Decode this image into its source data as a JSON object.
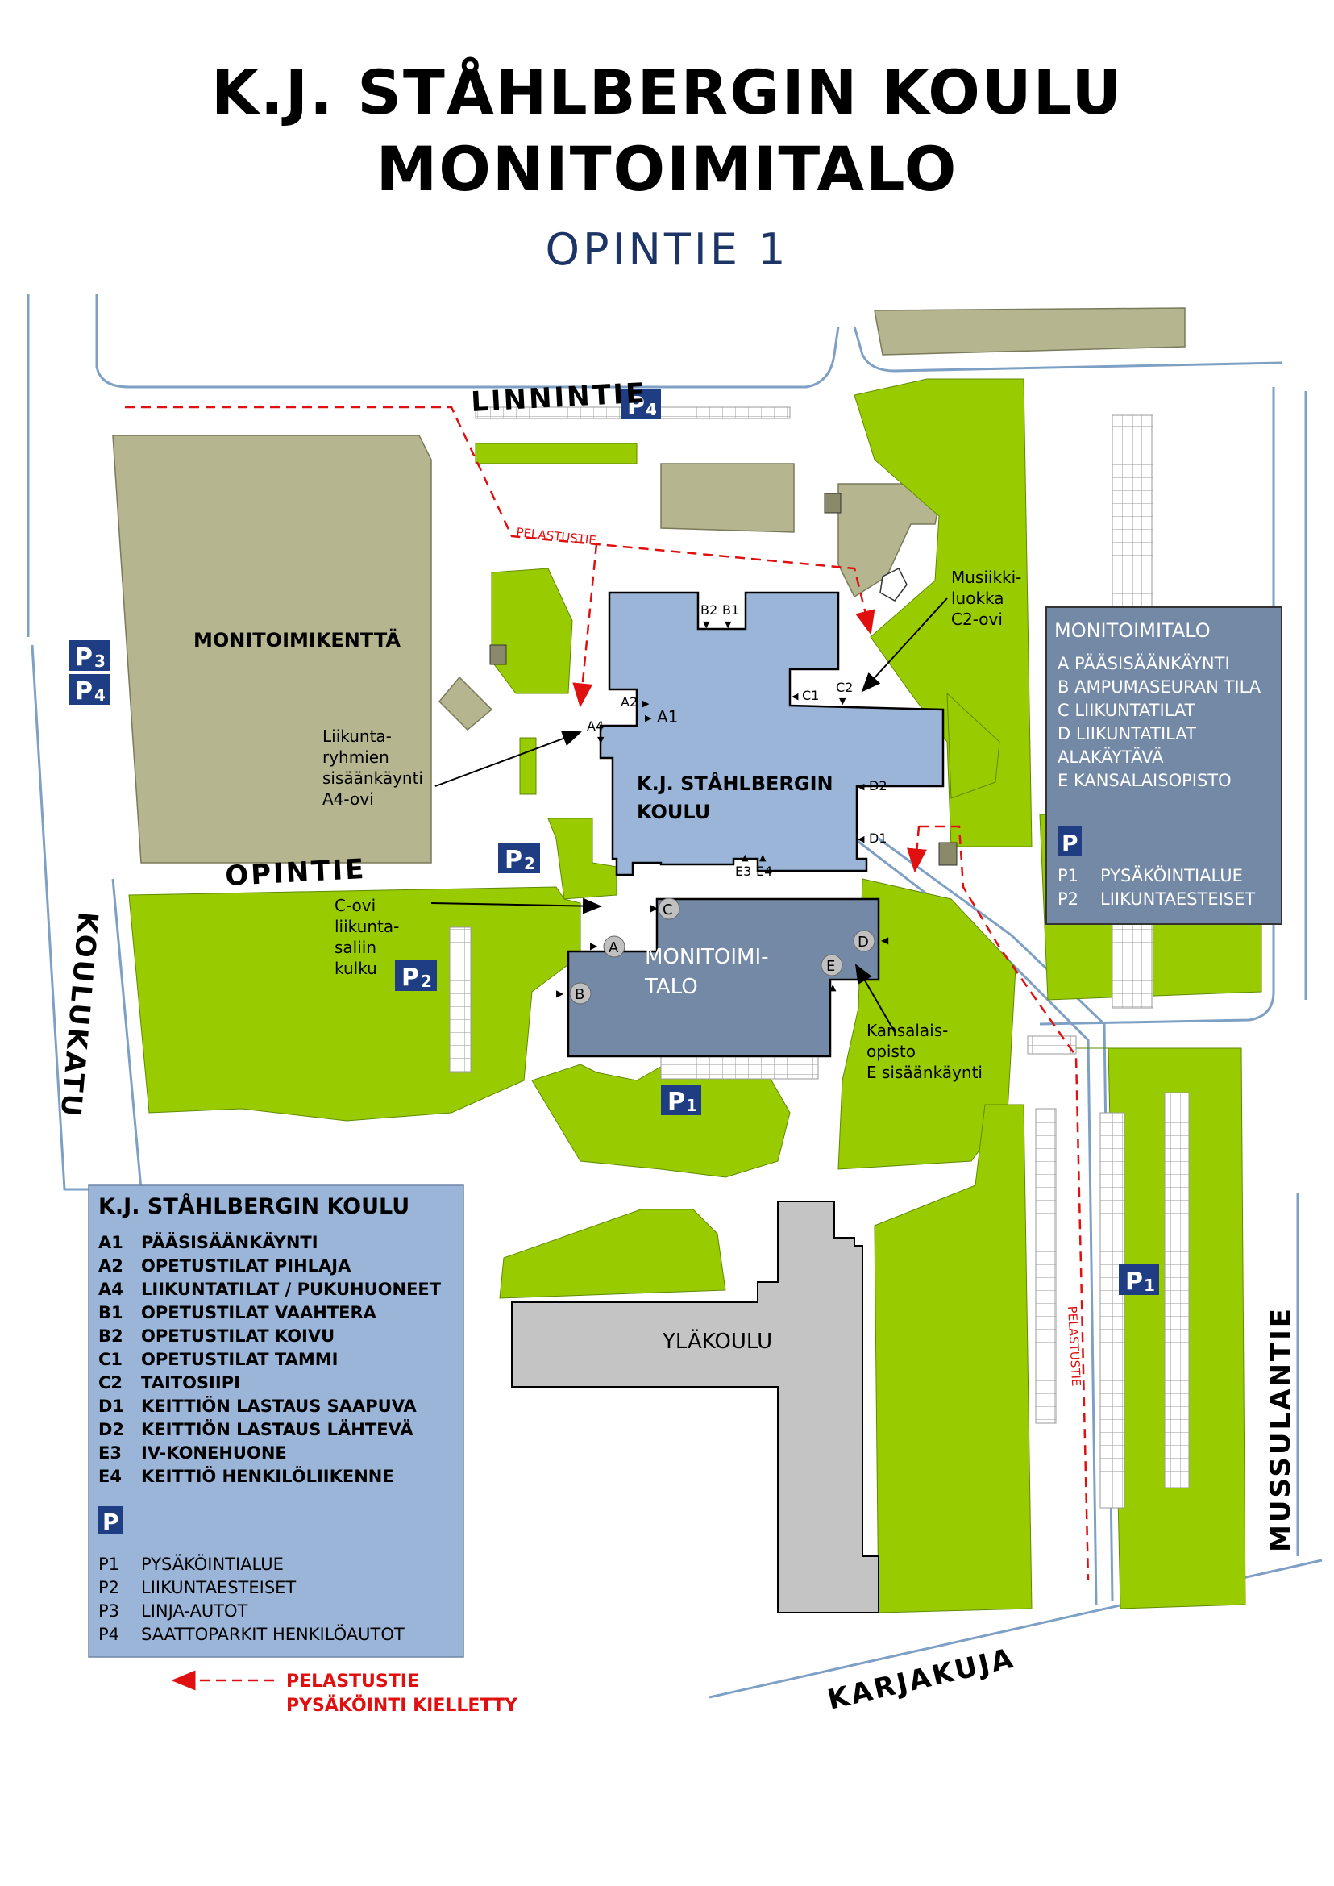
{
  "header": {
    "title_line1": "K.J. STÅHLBERGIN KOULU",
    "title_line2": "MONITOIMITALO",
    "address": "OPINTIE 1"
  },
  "roads": {
    "linnintie": "LINNINTIE",
    "opintie": "OPINTIE",
    "koulukatu": "KOULUKATU",
    "karjakuja": "KARJAKUJA",
    "mussulantie": "MUSSULANTIE"
  },
  "areas": {
    "monitoimikentta": "MONITOIMIKENTTÄ",
    "koulu_line1": "K.J. STÅHLBERGIN",
    "koulu_line2": "KOULU",
    "monitoimitalo_line1": "MONITOIMI-",
    "monitoimitalo_line2": "TALO",
    "ylakoulu": "YLÄKOULU"
  },
  "parking": {
    "p1": "P",
    "p1_sub": "1",
    "p2": "P",
    "p2_sub": "2",
    "p3": "P",
    "p3_sub": "3",
    "p4": "P",
    "p4_sub": "4"
  },
  "entrances": {
    "a1": "A1",
    "a2": "A2",
    "a4": "A4",
    "b1": "B1",
    "b2": "B2",
    "c1": "C1",
    "c2": "C2",
    "d1": "D1",
    "d2": "D2",
    "e3": "E3",
    "e4": "E4",
    "a": "A",
    "b": "B",
    "c": "C",
    "d": "D",
    "e": "E"
  },
  "annotations": {
    "musiikki": [
      "Musiikki-",
      "luokka",
      "C2-ovi"
    ],
    "liikunta": [
      "Liikunta-",
      "ryhmien",
      "sisäänkäynti",
      "A4-ovi"
    ],
    "covi": [
      "C-ovi",
      "liikunta-",
      "saliin",
      "kulku"
    ],
    "kansalais": [
      "Kansalais-",
      "opisto",
      "E sisäänkäynti"
    ],
    "pelastustie": "PELASTUSTIE"
  },
  "legend_school": {
    "title": "K.J. STÅHLBERGIN KOULU",
    "items": [
      {
        "code": "A1",
        "text": "PÄÄSISÄÄNKÄYNTI"
      },
      {
        "code": "A2",
        "text": "OPETUSTILAT PIHLAJA"
      },
      {
        "code": "A4",
        "text": "LIIKUNTATILAT / PUKUHUONEET"
      },
      {
        "code": "B1",
        "text": "OPETUSTILAT VAAHTERA"
      },
      {
        "code": "B2",
        "text": "OPETUSTILAT KOIVU"
      },
      {
        "code": "C1",
        "text": "OPETUSTILAT TAMMI"
      },
      {
        "code": "C2",
        "text": "TAITOSIIPI"
      },
      {
        "code": "D1",
        "text": "KEITTIÖN LASTAUS SAAPUVA"
      },
      {
        "code": "D2",
        "text": "KEITTIÖN LASTAUS LÄHTEVÄ"
      },
      {
        "code": "E3",
        "text": "IV-KONEHUONE"
      },
      {
        "code": "E4",
        "text": "KEITTIÖ HENKILÖLIIKENNE"
      }
    ],
    "p_badge": "P",
    "parking_items": [
      {
        "code": "P1",
        "text": "PYSÄKÖINTIALUE"
      },
      {
        "code": "P2",
        "text": "LIIKUNTAESTEISET"
      },
      {
        "code": "P3",
        "text": "LINJA-AUTOT"
      },
      {
        "code": "P4",
        "text": "SAATTOPARKIT HENKILÖAUTOT"
      }
    ]
  },
  "legend_monitoimitalo": {
    "title": "MONITOIMITALO",
    "items": [
      "A PÄÄSISÄÄNKÄYNTI",
      "B AMPUMASEURAN TILA",
      "C LIIKUNTATILAT",
      "D LIIKUNTATILAT",
      "   ALAKÄYTÄVÄ",
      "E KANSALAISOPISTO"
    ],
    "p_badge": "P",
    "parking_items": [
      {
        "code": "P1",
        "text": "PYSÄKÖINTIALUE"
      },
      {
        "code": "P2",
        "text": "LIIKUNTAESTEISET"
      }
    ]
  },
  "bottom_legend": {
    "line1": "PELASTUSTIE",
    "line2": "PYSÄKÖINTI KIELLETTY"
  },
  "colors": {
    "green": "#99cc00",
    "khaki": "#b5b58f",
    "school_blue": "#9ab5d8",
    "mt_slate": "#7489a6",
    "ylakoulu_gray": "#c4c4c4",
    "road_blue": "#7ea0c4",
    "parking_navy": "#1f3d82",
    "red": "#e01010"
  }
}
